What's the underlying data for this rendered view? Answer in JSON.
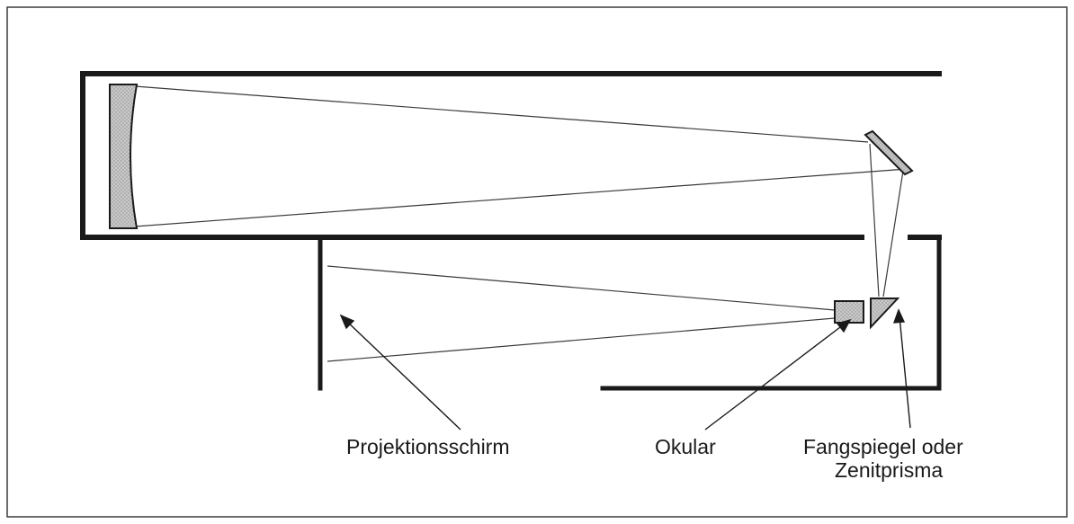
{
  "labels": {
    "screen": "Projektionsschirm",
    "eyepiece": "Okular",
    "diagonal_line1": "Fangspiegel oder",
    "diagonal_line2": "Zenitprisma"
  },
  "colors": {
    "line": "#1a1a1a",
    "ray": "#3a3a3a",
    "optic_fill": "#bdbdbd",
    "background": "#ffffff"
  }
}
